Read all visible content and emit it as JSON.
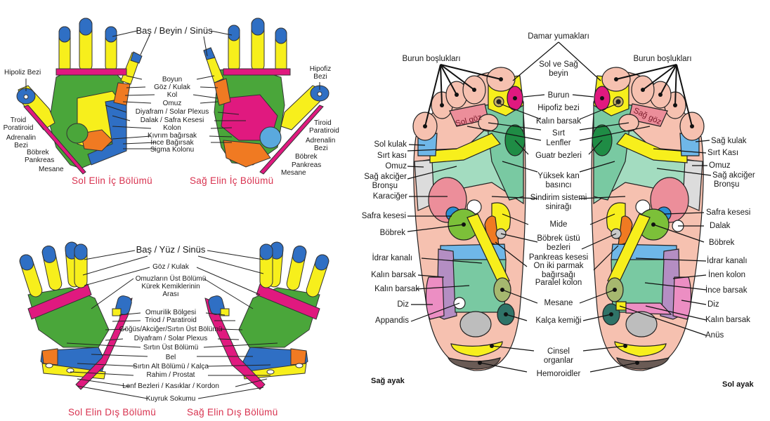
{
  "palm_hands": {
    "top_label": "Baş / Beyin / Sinüs",
    "center_labels": [
      "Boyun",
      "Göz / Kulak",
      "Kol",
      "Omuz",
      "Diyafram / Solar Plexus",
      "Dalak / Safra Kesesi",
      "Kolon",
      "Kıvrım bağırsak",
      "İnce Bağırsak",
      "Sigma Kolonu"
    ],
    "left_side_labels": [
      "Hipoliz Bezi",
      "Troid",
      "Poratiroid",
      "Adrenalin",
      "Bezi",
      "Böbrek",
      "Pankreas",
      "Mesane"
    ],
    "right_side_labels": [
      "Hipofiz",
      "Bezi",
      "Tiroid",
      "Paratiroid",
      "Adrenalin",
      "Bezi",
      "Böbrek",
      "Pankreas",
      "Mesane"
    ],
    "caption_left": "Sol Elin İç Bölümü",
    "caption_right": "Sağ Elin İç Bölümü"
  },
  "back_hands": {
    "labels": [
      "Baş / Yüz / Sinüs",
      "Göz / Kulak",
      "Omuzların Üst Bölümü",
      "Kürek Kemiklerinin",
      "Arası",
      "Omurilik Bölgesi",
      "Triod / Paratiroid",
      "Göğüs/Akciğer/Sırtın Üst Bölümü",
      "Diyafram / Solar Plexus",
      "Sırtın  Üst Bölümü",
      "Bel",
      "Sırtın Alt Bölümü / Kalça",
      "Rahim / Prostat",
      "Lenf Bezleri / Kasıklar / Kordon",
      "Kuyruk Sokumu"
    ],
    "caption_left": "Sol Elin Dış Bölümü",
    "caption_right": "Sağ Elin Dış Bölümü"
  },
  "feet": {
    "center_labels": [
      "Damar yumakları",
      "Sol ve Sağ",
      "beyin",
      "Burun",
      "Hipofiz bezi",
      "Kalın barsak",
      "Sırt",
      "Lenfler",
      "Guatr bezleri",
      "Yüksek kan",
      "basıncı",
      "Sindirim sistemi",
      "sinirağı",
      "Mide",
      "Böbrek üstü",
      "bezleri",
      "Pankreas kesesi",
      "On iki parmak",
      "bağırsağı",
      "Paralel kolon",
      "Mesane",
      "Kalça kemiği",
      "Cinsel",
      "organlar",
      "Hemoroidler"
    ],
    "right_foot_labels": [
      "Burun boşlukları",
      "Sol kulak",
      "Sırt kası",
      "Omuz",
      "Sağ akciğer",
      "Bronşu",
      "Karaciğer",
      "Safra kesesi",
      "Böbrek",
      "İdrar kanalı",
      "Kalın barsak",
      "Kalın barsak",
      "Diz",
      "Appandis"
    ],
    "left_foot_labels": [
      "Burun boşlukları",
      "Sağ kulak",
      "Sırt Kası",
      "Omuz",
      "Sağ akciğer",
      "Bronşu",
      "Safra kesesi",
      "Dalak",
      "Böbrek",
      "İdrar kanalı",
      "İnen kolon",
      "İnce barsak",
      "Diz",
      "Kalın barsak",
      "Anüs"
    ],
    "toe_label_right": "Sol göz",
    "toe_label_left": "Sağ göz",
    "caption_right_foot": "Sağ ayak",
    "caption_left_foot": "Sol ayak"
  },
  "colors": {
    "blue": "#2f6fc4",
    "yellow": "#f7ef1c",
    "magenta": "#e0197f",
    "green": "#4aa63a",
    "orange": "#f07a22",
    "caption_red": "#d8324f",
    "skin": "#f6c1b0",
    "mint": "#79c9a2",
    "light_blue": "#6fb7e8"
  }
}
